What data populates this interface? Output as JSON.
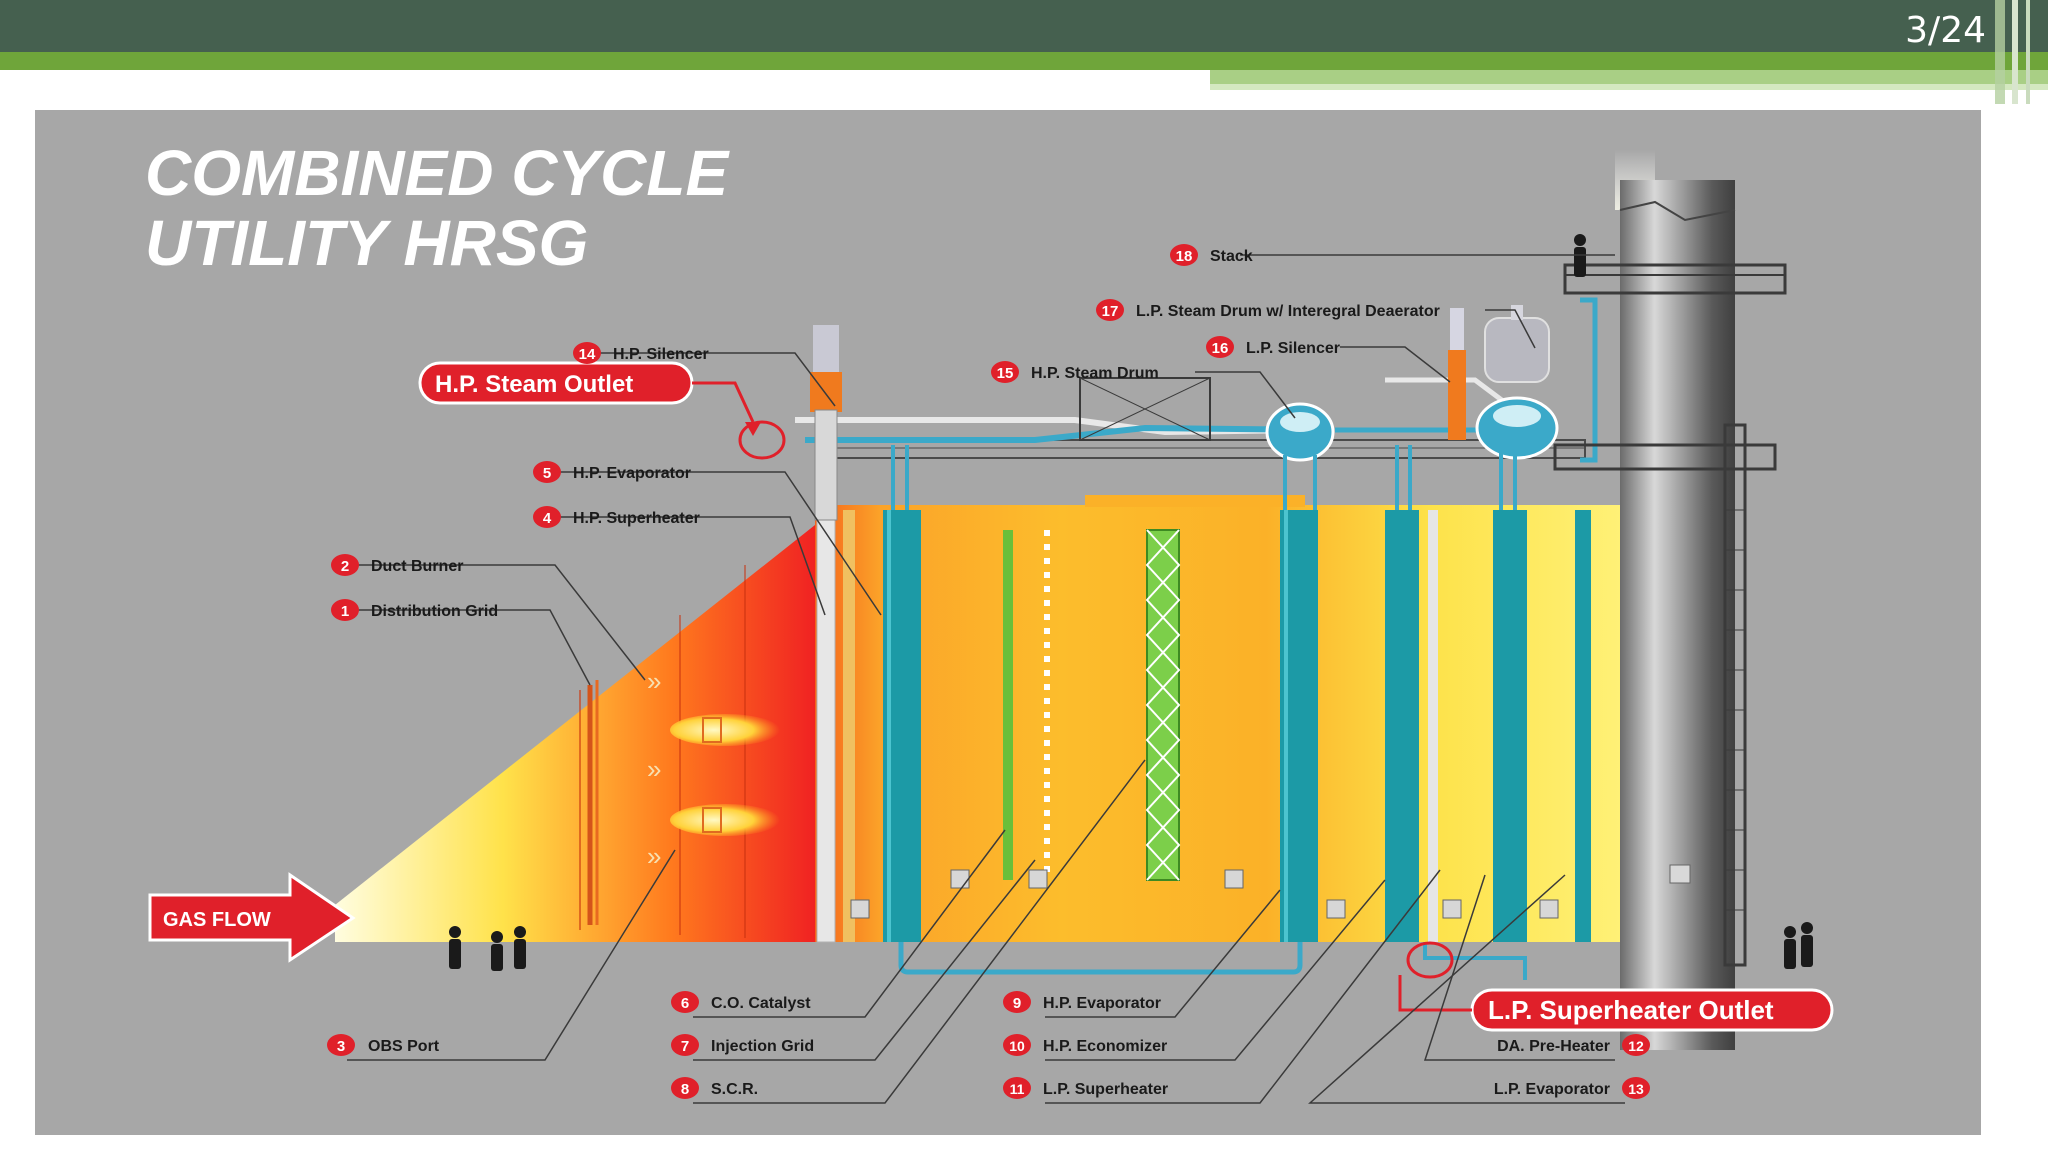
{
  "page_number": "3/24",
  "title_line1": "COMBINED CYCLE",
  "title_line2": "UTILITY HRSG",
  "callouts": {
    "hp_steam_outlet": "H.P. Steam Outlet",
    "lp_superheater_outlet": "L.P. Superheater Outlet",
    "gas_flow": "GAS FLOW"
  },
  "labels": [
    {
      "num": "1",
      "text": "Distribution Grid"
    },
    {
      "num": "2",
      "text": "Duct Burner"
    },
    {
      "num": "3",
      "text": "OBS Port"
    },
    {
      "num": "4",
      "text": "H.P. Superheater"
    },
    {
      "num": "5",
      "text": "H.P. Evaporator"
    },
    {
      "num": "6",
      "text": "C.O. Catalyst"
    },
    {
      "num": "7",
      "text": "Injection Grid"
    },
    {
      "num": "8",
      "text": "S.C.R."
    },
    {
      "num": "9",
      "text": "H.P. Evaporator"
    },
    {
      "num": "10",
      "text": "H.P. Economizer"
    },
    {
      "num": "11",
      "text": "L.P. Superheater"
    },
    {
      "num": "12",
      "text": "DA. Pre-Heater"
    },
    {
      "num": "13",
      "text": "L.P. Evaporator"
    },
    {
      "num": "14",
      "text": "H.P. Silencer"
    },
    {
      "num": "15",
      "text": "H.P. Steam Drum"
    },
    {
      "num": "16",
      "text": "L.P. Silencer"
    },
    {
      "num": "17",
      "text": "L.P. Steam Drum w/ Interegral Deaerator"
    },
    {
      "num": "18",
      "text": "Stack"
    }
  ],
  "colors": {
    "header": "#45604f",
    "accent_green": "#6fa53a",
    "callout_red": "#e0202a",
    "tube_teal": "#1c9aa6",
    "background_grey": "#a7a7a7"
  }
}
